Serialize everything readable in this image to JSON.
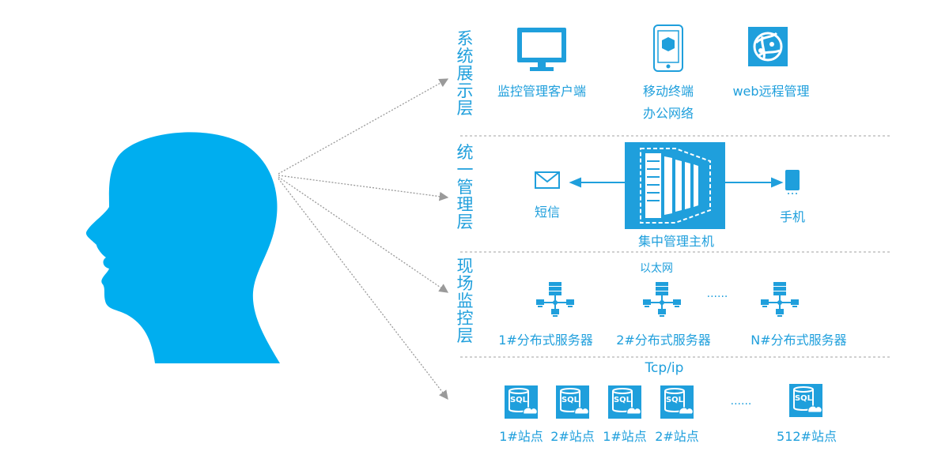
{
  "layers": {
    "display": "系统展示层",
    "unified": "统一管理层",
    "field": "现场监控层"
  },
  "display": {
    "client": "监控管理客户端",
    "mobile": "移动终端",
    "office": "办公网络",
    "web": "web远程管理"
  },
  "unified": {
    "sms": "短信",
    "host": "集中管理主机",
    "phone": "手机"
  },
  "field": {
    "ethernet": "以太网",
    "server1": "1#分布式服务器",
    "server2": "2#分布式服务器",
    "servern": "N#分布式服务器",
    "dots": "......"
  },
  "stations": {
    "protocol": "Tcp/ip",
    "sql": "SQL",
    "items": [
      "1#站点",
      "2#站点",
      "1#站点",
      "2#站点"
    ],
    "dots": "......",
    "last": "512#站点"
  },
  "colors": {
    "accent": "#1f9fdc",
    "head": "#00aeef"
  },
  "icons": [
    "head-silhouette",
    "monitor-icon",
    "mobile-icon",
    "globe-icon",
    "envelope-icon",
    "server-host-icon",
    "phone-icon",
    "server-network-icon",
    "sql-database-icon"
  ]
}
